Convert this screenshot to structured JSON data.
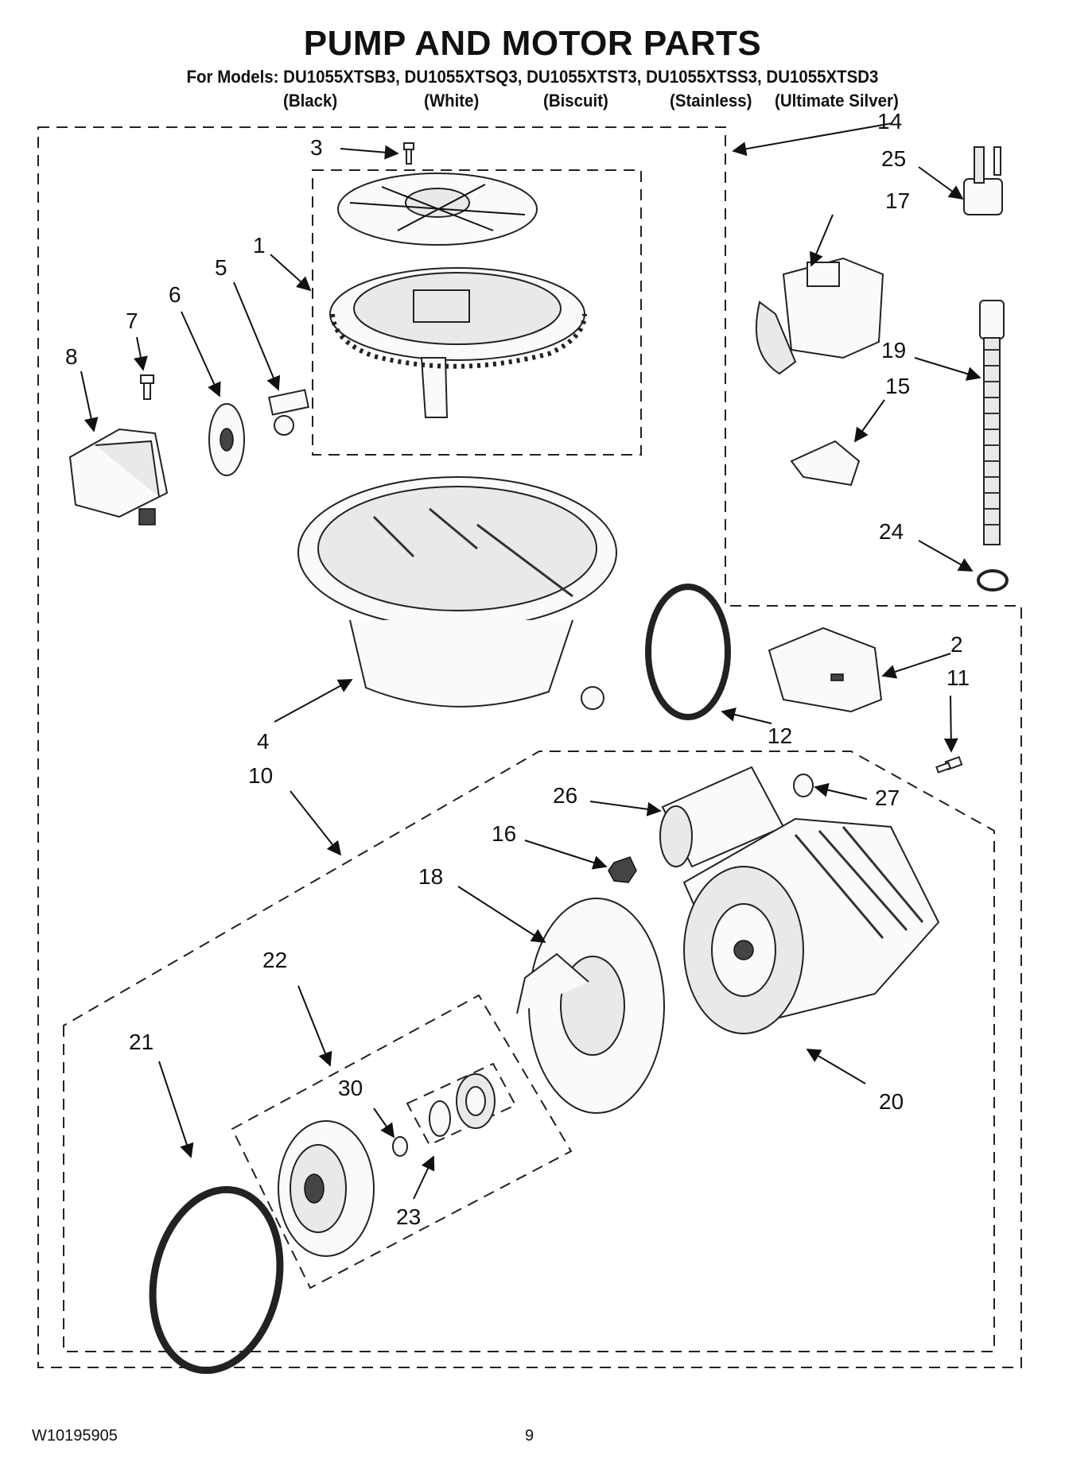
{
  "header": {
    "title": "PUMP AND MOTOR PARTS",
    "models_line": "For Models: DU1055XTSB3, DU1055XTSQ3, DU1055XTST3, DU1055XTSS3, DU1055XTSD3",
    "colors": [
      "(Black)",
      "(White)",
      "(Biscuit)",
      "(Stainless)",
      "(Ultimate Silver)"
    ]
  },
  "callouts": {
    "c1": "1",
    "c2": "2",
    "c3": "3",
    "c4": "4",
    "c5": "5",
    "c6": "6",
    "c7": "7",
    "c8": "8",
    "c10": "10",
    "c11": "11",
    "c12": "12",
    "c14": "14",
    "c15": "15",
    "c16": "16",
    "c17": "17",
    "c18": "18",
    "c19": "19",
    "c20": "20",
    "c21": "21",
    "c22": "22",
    "c23": "23",
    "c24": "24",
    "c25": "25",
    "c26": "26",
    "c27": "27",
    "c30": "30"
  },
  "footer": {
    "document_code": "W10195905",
    "page_number": "9"
  }
}
